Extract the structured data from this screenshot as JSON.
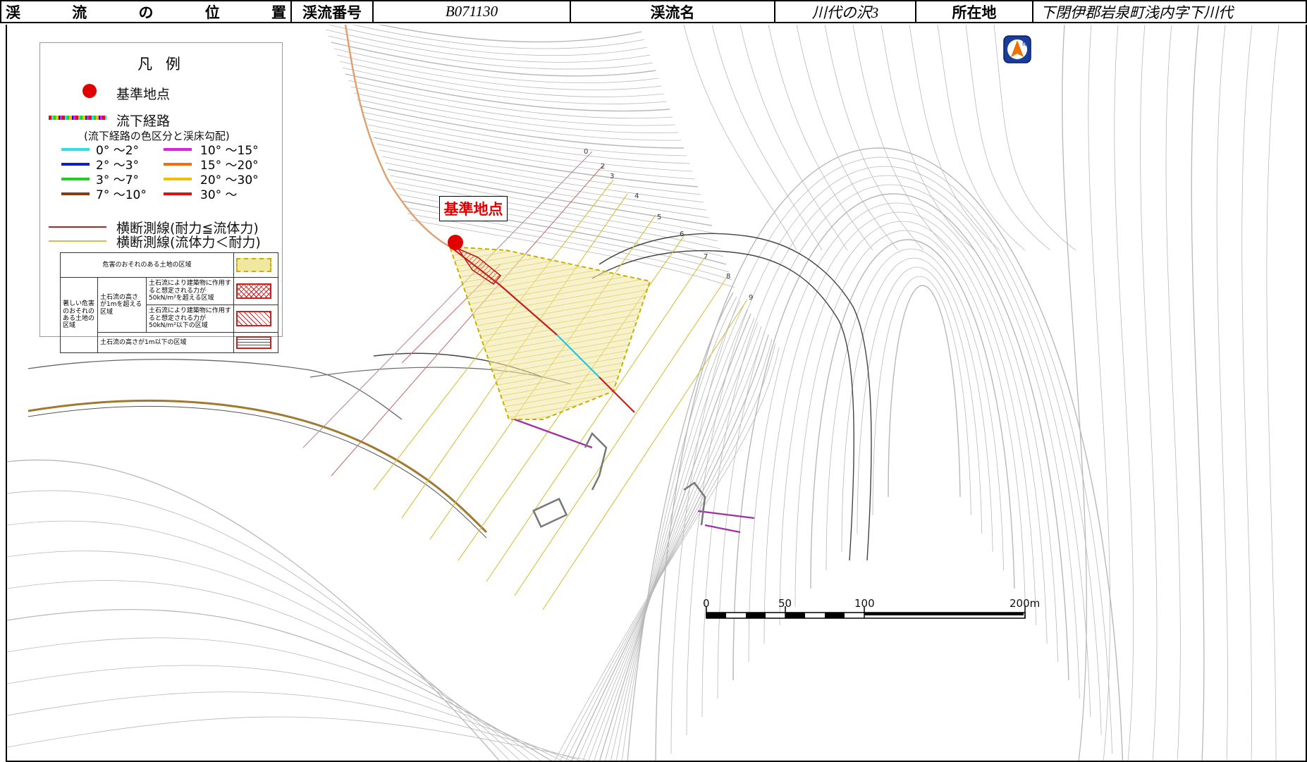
{
  "header": {
    "title_chars": [
      "渓",
      "流",
      "の",
      "位",
      "置"
    ],
    "stream_no_label": "渓流番号",
    "stream_no": "B071130",
    "stream_name_label": "渓流名",
    "stream_name": "川代の沢3",
    "location_label": "所在地",
    "location": "下閉伊郡岩泉町浅内字下川代"
  },
  "legend": {
    "title": "凡 例",
    "ref_point": "基準地点",
    "flow_path": "流下経路",
    "flow_path_note": "(流下経路の色区分と渓床勾配)",
    "slopes": [
      {
        "label": "0° ～2°",
        "color": "#30e0e0"
      },
      {
        "label": "2° ～3°",
        "color": "#1020c0"
      },
      {
        "label": "3° ～7°",
        "color": "#20d020"
      },
      {
        "label": "7° ～10°",
        "color": "#8a3a10"
      },
      {
        "label": "10° ～15°",
        "color": "#e020e0"
      },
      {
        "label": "15° ～20°",
        "color": "#f07010"
      },
      {
        "label": "20° ～30°",
        "color": "#f0c000"
      },
      {
        "label": "30° ～",
        "color": "#e01010"
      }
    ],
    "cross_red": "横断測線(耐力≦流体力)",
    "cross_yellow": "横断測線(流体力＜耐力)",
    "zone_table": {
      "warning_zone": "危害のおそれのある土地の区域",
      "special_zone": "著しい危害のおそれのある土地の区域",
      "height_over_1m": "土石流の高さが1mを超える区域",
      "force_over": "土石流により建築物に作用すると想定される力が50kN/m²を超える区域",
      "force_under": "土石流により建築物に作用すると想定される力が50kN/m²以下の区域",
      "height_under_1m": "土石流の高さが1m以下の区域"
    }
  },
  "map": {
    "ref_label": "基準地点",
    "section_numbers": [
      "0",
      "2",
      "3",
      "4",
      "5",
      "6",
      "7",
      "8",
      "9"
    ],
    "scale_labels": [
      "0",
      "50",
      "100",
      "200m"
    ],
    "colors": {
      "zone_fill": "#f0e8a0",
      "zone_edge": "#c8b000",
      "red_zone": "#d02020",
      "ref_point": "#e00000"
    }
  }
}
